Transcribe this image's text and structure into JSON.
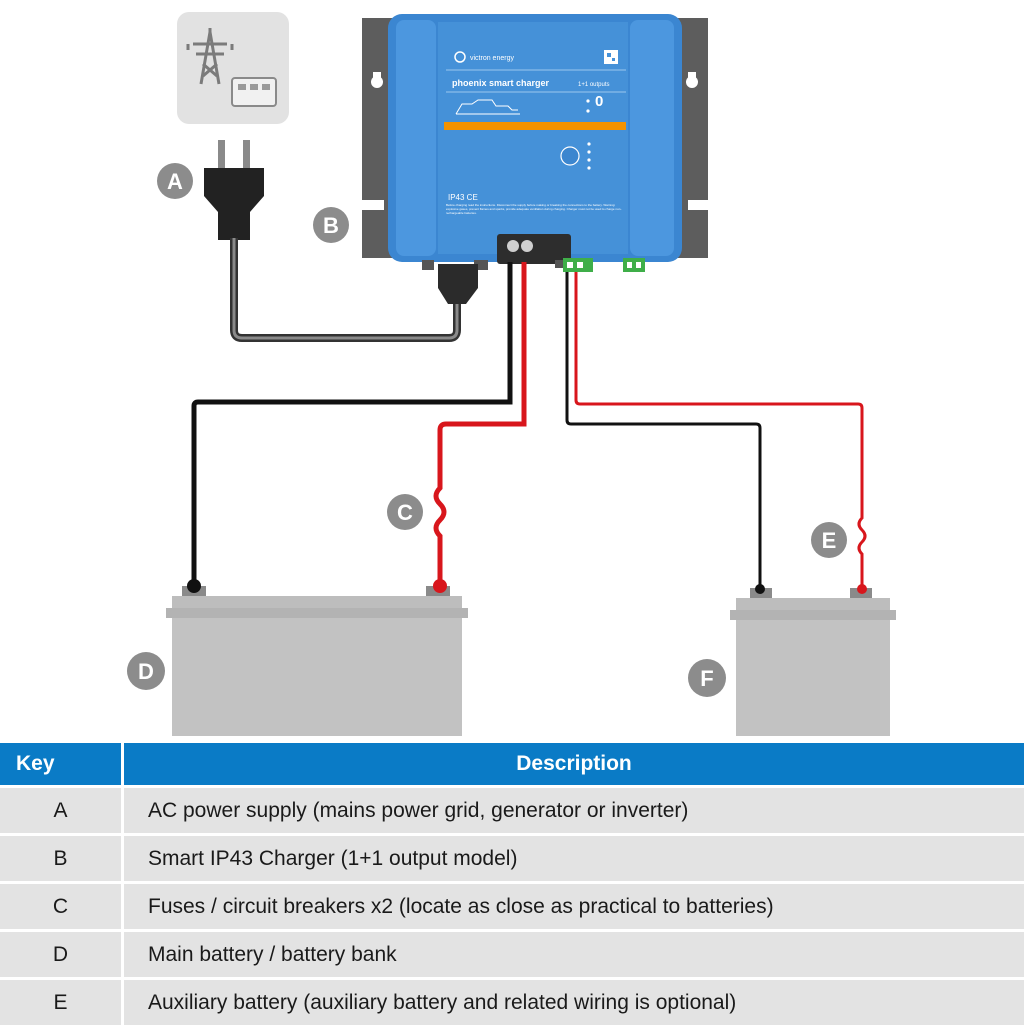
{
  "charger": {
    "brand": "victron energy",
    "model": "phoenix smart charger",
    "outputs": "1+1 outputs",
    "reading": "0",
    "warning_text": "Before charging read the instructions. Disconnect the supply before making or breaking the connections to the battery. Warning: explosive gases, prevent flames and sparks, provide adequate ventilation during charging. Charger must not be used to charge non-rechargeable batteries.",
    "cert_marks": "IP43 CE"
  },
  "badges": {
    "a": "A",
    "b": "B",
    "c": "C",
    "d": "D",
    "e": "E",
    "f": "F"
  },
  "colors": {
    "charger_blue": "#4591d8",
    "accent_orange": "#f39200",
    "wire_red": "#d8161c",
    "wire_black": "#111111",
    "header_blue": "#0a7bc6"
  },
  "table": {
    "headers": {
      "key": "Key",
      "description": "Description"
    },
    "rows": [
      {
        "key": "A",
        "description": "AC power supply (mains power grid, generator or inverter)"
      },
      {
        "key": "B",
        "description": "Smart IP43 Charger (1+1 output model)"
      },
      {
        "key": "C",
        "description": "Fuses / circuit breakers x2 (locate as close as practical to batteries)"
      },
      {
        "key": "D",
        "description": "Main battery / battery bank"
      },
      {
        "key": "E",
        "description": "Auxiliary battery (auxiliary battery and related wiring is optional)"
      }
    ]
  }
}
